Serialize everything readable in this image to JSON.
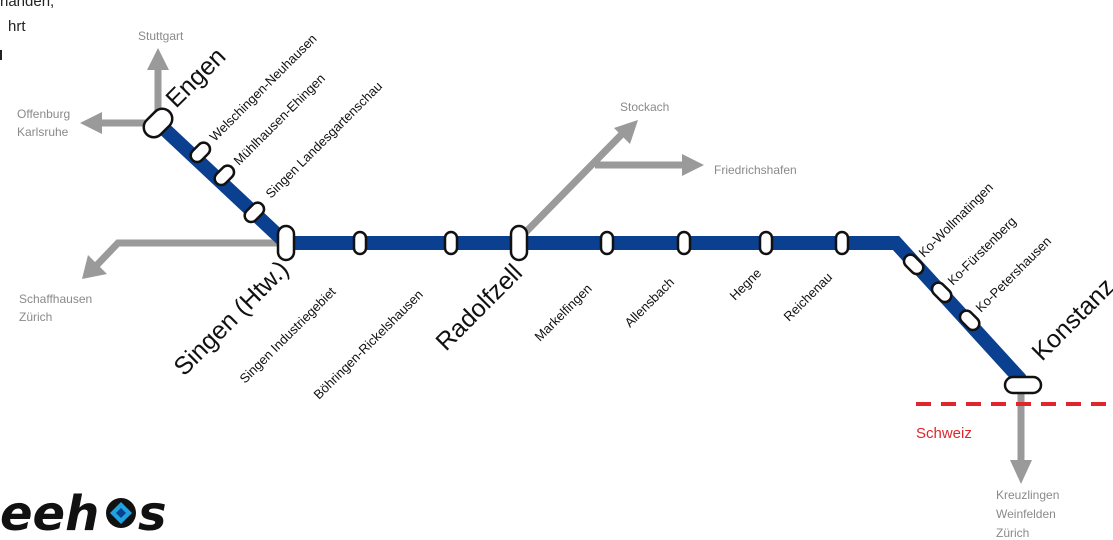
{
  "header_note": {
    "line1": "handen,",
    "line2": "hrt"
  },
  "logo": {
    "text": "eeh",
    "text2": "s",
    "icon": "seehas-wave-logo-icon"
  },
  "colors": {
    "line": "#0b3f8f",
    "branch": "#9a9a9a",
    "border": "#e0262b",
    "stop_fill": "#ffffff"
  },
  "destinations": {
    "stuttgart": "Stuttgart",
    "offenburg": "Offenburg",
    "karlsruhe": "Karlsruhe",
    "schaffhausen": "Schaffhausen",
    "zurich_west": "Zürich",
    "stockach": "Stockach",
    "friedrichshafen": "Friedrichshafen",
    "kreuzlingen": "Kreuzlingen",
    "weinfelden": "Weinfelden",
    "zurich_south": "Zürich"
  },
  "border_label": "Schweiz",
  "stations": [
    {
      "id": "engen",
      "name": "Engen",
      "major": true
    },
    {
      "id": "welschingen",
      "name": "Welschingen-Neuhausen",
      "major": false
    },
    {
      "id": "muehlhausen",
      "name": "Mühlhausen-Ehingen",
      "major": false
    },
    {
      "id": "landesgartenschau",
      "name": "Singen Landesgartenschau",
      "major": false
    },
    {
      "id": "singen",
      "name": "Singen (Htw.)",
      "major": true
    },
    {
      "id": "industriegebiet",
      "name": "Singen Industriegebiet",
      "major": false
    },
    {
      "id": "boehringen",
      "name": "Böhringen-Rickelshausen",
      "major": false
    },
    {
      "id": "radolfzell",
      "name": "Radolfzell",
      "major": true
    },
    {
      "id": "markelfingen",
      "name": "Markelfingen",
      "major": false
    },
    {
      "id": "allensbach",
      "name": "Allensbach",
      "major": false
    },
    {
      "id": "hegne",
      "name": "Hegne",
      "major": false
    },
    {
      "id": "reichenau",
      "name": "Reichenau",
      "major": false
    },
    {
      "id": "wollmatingen",
      "name": "Ko-Wollmatingen",
      "major": false
    },
    {
      "id": "fuerstenberg",
      "name": "Ko-Fürstenberg",
      "major": false
    },
    {
      "id": "petershausen",
      "name": "Ko-Petershausen",
      "major": false
    },
    {
      "id": "konstanz",
      "name": "Konstanz",
      "major": true
    }
  ]
}
